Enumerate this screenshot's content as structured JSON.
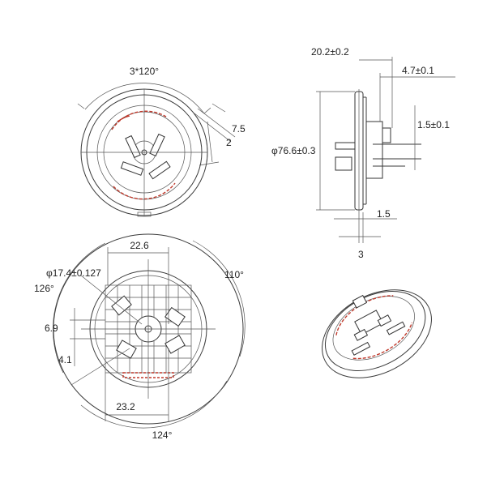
{
  "labels": {
    "top_angle": "3*120°",
    "top_right_a": "7.5",
    "top_right_b": "2",
    "side_width": "20.2±0.2",
    "side_small": "4.7±0.1",
    "side_pin": "1.5±0.1",
    "side_diameter": "φ76.6±0.3",
    "side_bottom_a": "1.5",
    "side_bottom_b": "3",
    "bottom_width_top": "22.6",
    "bottom_diameter": "φ17.4±0.127",
    "bottom_angle_left": "126°",
    "bottom_angle_right": "110°",
    "bottom_left_a": "6.9",
    "bottom_left_b": "4.1",
    "bottom_width_bottom": "23.2",
    "bottom_angle_bottom": "124°"
  }
}
